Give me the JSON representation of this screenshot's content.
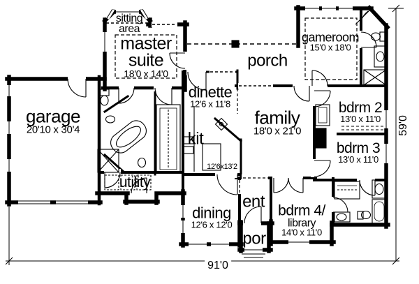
{
  "plan": {
    "type": "single-story house floor plan",
    "rooms": {
      "sitting": {
        "name1": "sitting",
        "name2": "area"
      },
      "master": {
        "name1": "master",
        "name2": "suite",
        "dims": "18'0 x 14'0"
      },
      "porch_back": {
        "name1": "porch"
      },
      "gameroom": {
        "name1": "gameroom",
        "dims": "15'0 x 18'0"
      },
      "garage": {
        "name1": "garage",
        "dims": "20'10 x 30'4"
      },
      "dinette": {
        "name1": "dinette",
        "dims": "12'6 x 11'8"
      },
      "family": {
        "name1": "family",
        "dims": "18'0 x 21'0"
      },
      "bdrm2": {
        "name1": "bdrm 2",
        "dims": "13'0 x 11'0"
      },
      "bdrm3": {
        "name1": "bdrm 3",
        "dims": "13'0 x 11'0"
      },
      "kitchen": {
        "name1": "kit",
        "dims": "12'6x13'2"
      },
      "utility": {
        "name1": "utility"
      },
      "dining": {
        "name1": "dining",
        "dims": "12'6 x 12'0"
      },
      "entry": {
        "name1": "ent"
      },
      "bdrm4": {
        "name1": "bdrm 4/",
        "name2": "library",
        "dims": "14'0 x 11'0"
      },
      "porch_front": {
        "name1": "por"
      }
    },
    "dimensions": {
      "overall_width": "91'0",
      "overall_height": "59'0"
    },
    "colors": {
      "walls": "#000000",
      "background": "#ffffff",
      "text": "#000000"
    }
  }
}
